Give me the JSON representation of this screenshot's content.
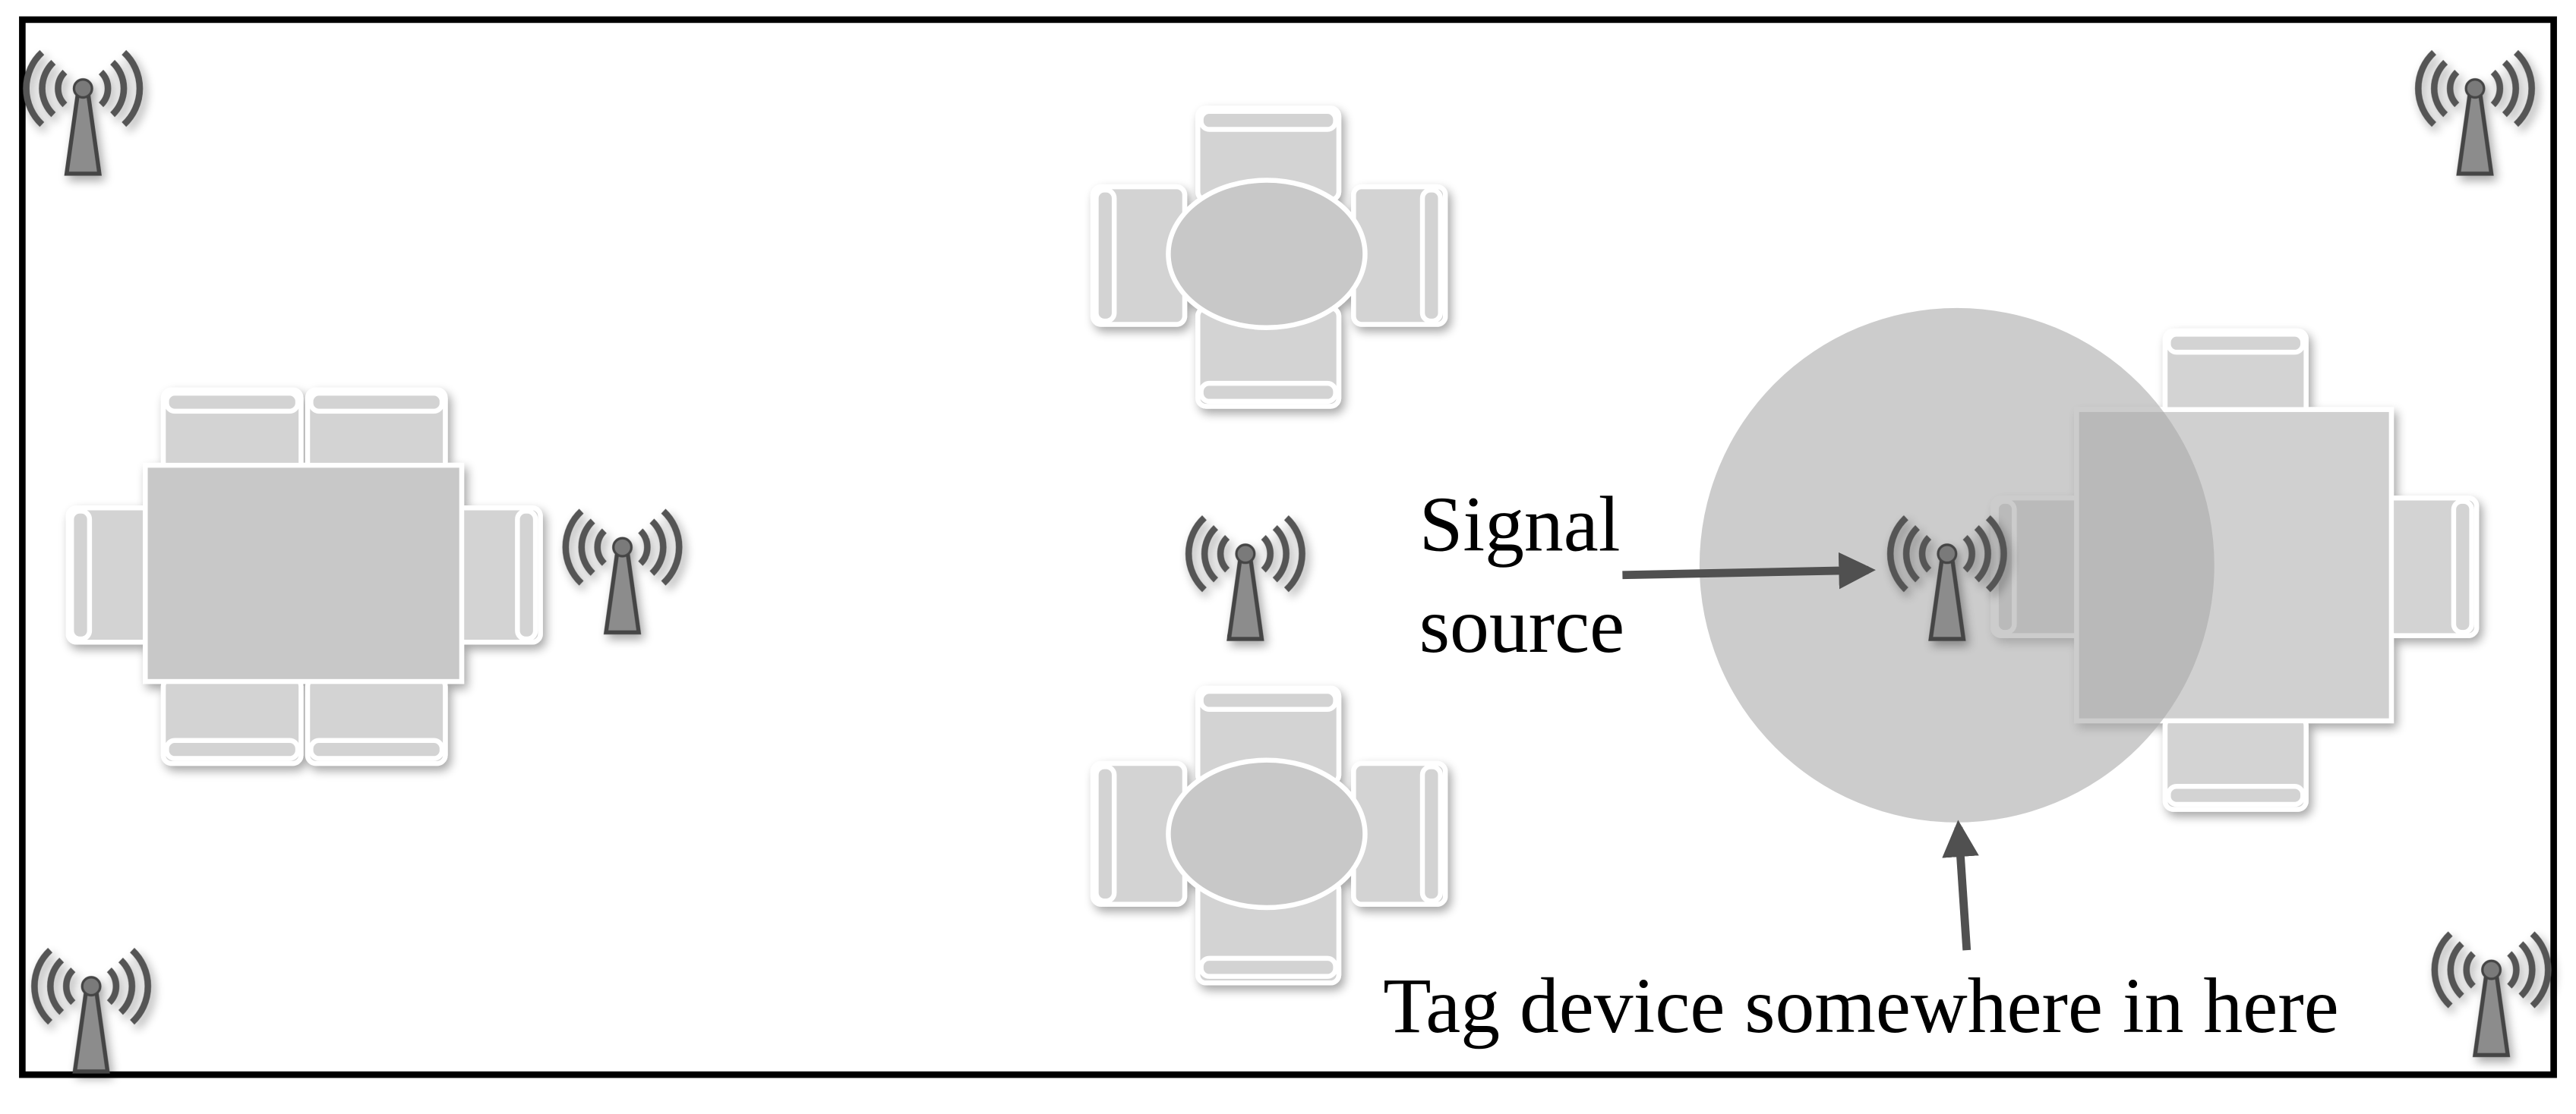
{
  "labels": {
    "signal_line1": "Signal",
    "signal_line2": "source",
    "tag_area": "Tag device somewhere in here"
  },
  "icons": {
    "antenna": "wifi-antenna-tower-icon"
  },
  "colors": {
    "border": "#000000",
    "table": "#c8c8c8",
    "chair": "#d3d3d3",
    "antenna": "#808080",
    "region": "#b4b4b4",
    "arrow": "#505050"
  }
}
